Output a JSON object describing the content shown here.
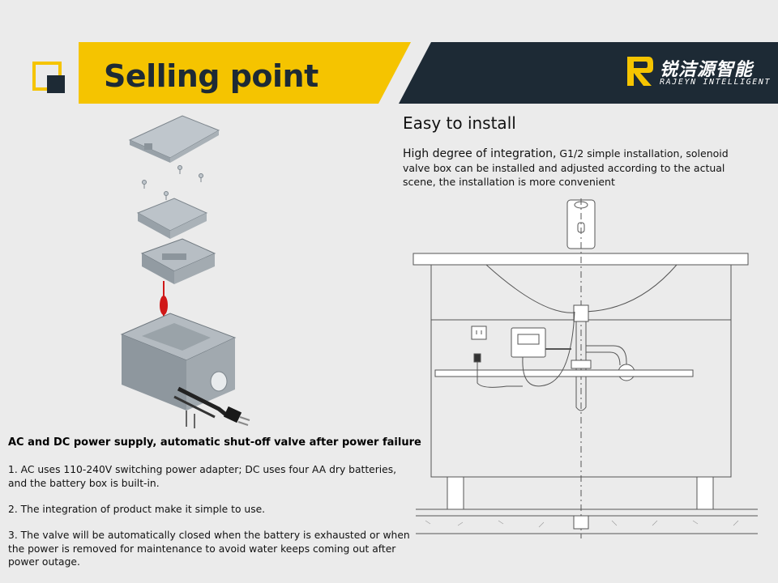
{
  "header": {
    "title": "Selling point",
    "brand_name_cn": "锐洁源智能",
    "brand_name_en": "RAJEYN INTELLIGENT",
    "brand_logo_letter": "R"
  },
  "install_section": {
    "heading": "Easy to install",
    "lead": "High degree of integration,",
    "description": " G1/2 simple installation, solenoid valve box can be installed and adjusted according to the actual scene, the installation is more convenient"
  },
  "power_section": {
    "heading": "AC and DC power supply, automatic shut-off valve after power failure",
    "points": [
      "1. AC uses 110-240V switching power adapter; DC uses four AA dry batteries, and the battery box is built-in.",
      "2. The integration of product make it simple to use.",
      "3. The valve will be automatically closed when the battery is exhausted or when the power is removed for maintenance to avoid water keeps coming out after power outage."
    ]
  },
  "colors": {
    "accent_yellow": "#f5c400",
    "dark_navy": "#1d2a35",
    "background": "#ebebeb"
  },
  "icons": {
    "logo_mark": "square-logo-icon",
    "brand_logo": "rajeyn-logo-icon"
  }
}
